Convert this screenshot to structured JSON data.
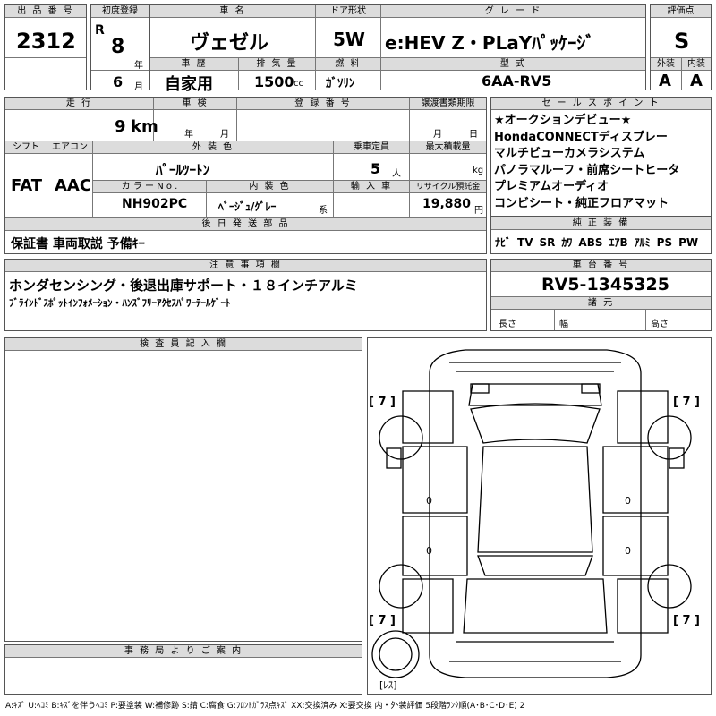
{
  "top": {
    "lot_number_label": "出 品 番 号",
    "lot_number": "2312",
    "first_reg_label": "初度登録",
    "era": "R",
    "year_value": "8",
    "year_unit": "年",
    "month_value": "6",
    "month_unit": "月",
    "model_name_label": "車 名",
    "model_name": "ヴェゼル",
    "door_label": "ドア形状",
    "door_value": "5W",
    "grade_label": "グ レ ー ド",
    "grade_value": "e:HEV Z・PLaYﾊﾟｯｹｰｼﾞ",
    "score_label": "評価点",
    "score_value": "S",
    "history_label": "車 歴",
    "history_value": "自家用",
    "displacement_label": "排 気 量",
    "displacement_value": "1500",
    "displacement_unit": "cc",
    "fuel_label": "燃 料",
    "fuel_value": "ｶﾞｿﾘﾝ",
    "model_code_label": "型 式",
    "model_code_value": "6AA-RV5",
    "exterior_label": "外装",
    "exterior_value": "A",
    "interior_label": "内装",
    "interior_value": "A"
  },
  "mid": {
    "mileage_label": "走 行",
    "mileage_value": "9",
    "mileage_unit": "km",
    "inspection_label": "車 検",
    "inspection_year_unit": "年",
    "inspection_month_unit": "月",
    "registration_label": "登 録 番 号",
    "transfer_label": "譲渡書類期限",
    "transfer_month_unit": "月",
    "transfer_day_unit": "日",
    "shift_label": "シフト",
    "shift_value": "FAT",
    "aircon_label": "エアコン",
    "aircon_value": "AAC",
    "exterior_color_label": "外 装 色",
    "exterior_color_value": "ﾊﾟｰﾙﾂｰﾄﾝ",
    "capacity_label": "乗車定員",
    "capacity_value": "5",
    "capacity_unit": "人",
    "max_load_label": "最大積載量",
    "max_load_unit": "kg",
    "color_no_label": "カ ラ ー N o .",
    "color_no_value": "NH902PC",
    "interior_color_label": "内 装 色",
    "interior_color_value": "ﾍﾞｰｼﾞｭ/ｸﾞﾚｰ",
    "interior_color_suffix": "系",
    "import_label": "輸 入 車",
    "recycle_label": "リサイクル預託金",
    "recycle_value": "19,880",
    "recycle_unit": "円",
    "later_label": "後 日 発 送 部 品",
    "later_value": "保証書 車両取説 予備ｷｰ"
  },
  "sales_points": {
    "label": "セ ー ル ス ポ イ ン ト",
    "items": [
      "★オークションデビュー★",
      "HondaCONNECTディスプレー",
      "マルチビューカメラシステム",
      "パノラマルーフ・前席シートヒータ",
      "プレミアムオーディオ",
      "コンビシート・純正フロアマット"
    ]
  },
  "equipment": {
    "label": "純 正 装 備",
    "items": [
      "ﾅﾋﾞ",
      "TV",
      "SR",
      "ｶﾜ",
      "ABS",
      "ｴｱB",
      "ｱﾙﾐ",
      "PS",
      "PW"
    ]
  },
  "notes": {
    "label": "注 意 事 項 欄",
    "line1": "ホンダセンシング・後退出庫サポート・１８インチアルミ",
    "line2": "ﾌﾞﾗｲﾝﾄﾞｽﾎﾟｯﾄｲﾝﾌｫﾒｰｼｮﾝ・ﾊﾝｽﾞﾌﾘｰｱｸｾｽﾊﾟﾜｰﾃｰﾙｹﾞｰﾄ"
  },
  "chassis": {
    "label": "車 台 番 号",
    "value": "RV5-1345325",
    "dims_label": "諸 元",
    "length_label": "長さ",
    "width_label": "幅",
    "height_label": "高さ"
  },
  "inspector": {
    "label": "検 査 員 記 入 欄"
  },
  "office": {
    "label": "事 務 局 よ り ご 案 内"
  },
  "diagram": {
    "tire_tl": "[ 7 ]",
    "tire_tr": "[ 7 ]",
    "tire_bl": "[ 7 ]",
    "tire_br": "[ 7 ]",
    "spare_label": "[ﾚｽ]",
    "zero_left_1": "0",
    "zero_left_2": "0",
    "zero_right_1": "0",
    "zero_right_2": "0"
  },
  "legend": "A:ｷｽﾞ U:ﾍｺﾐ B:ｷｽﾞを伴うﾍｺﾐ P:要塗装 W:補修跡 S:錆 C:腐食 G:ﾌﾛﾝﾄｶﾞﾗｽ点ｷｽﾞ XX:交換済み X:要交換 内・外装評価 5段階ﾗﾝｸ順(A･B･C･D･E) 2"
}
